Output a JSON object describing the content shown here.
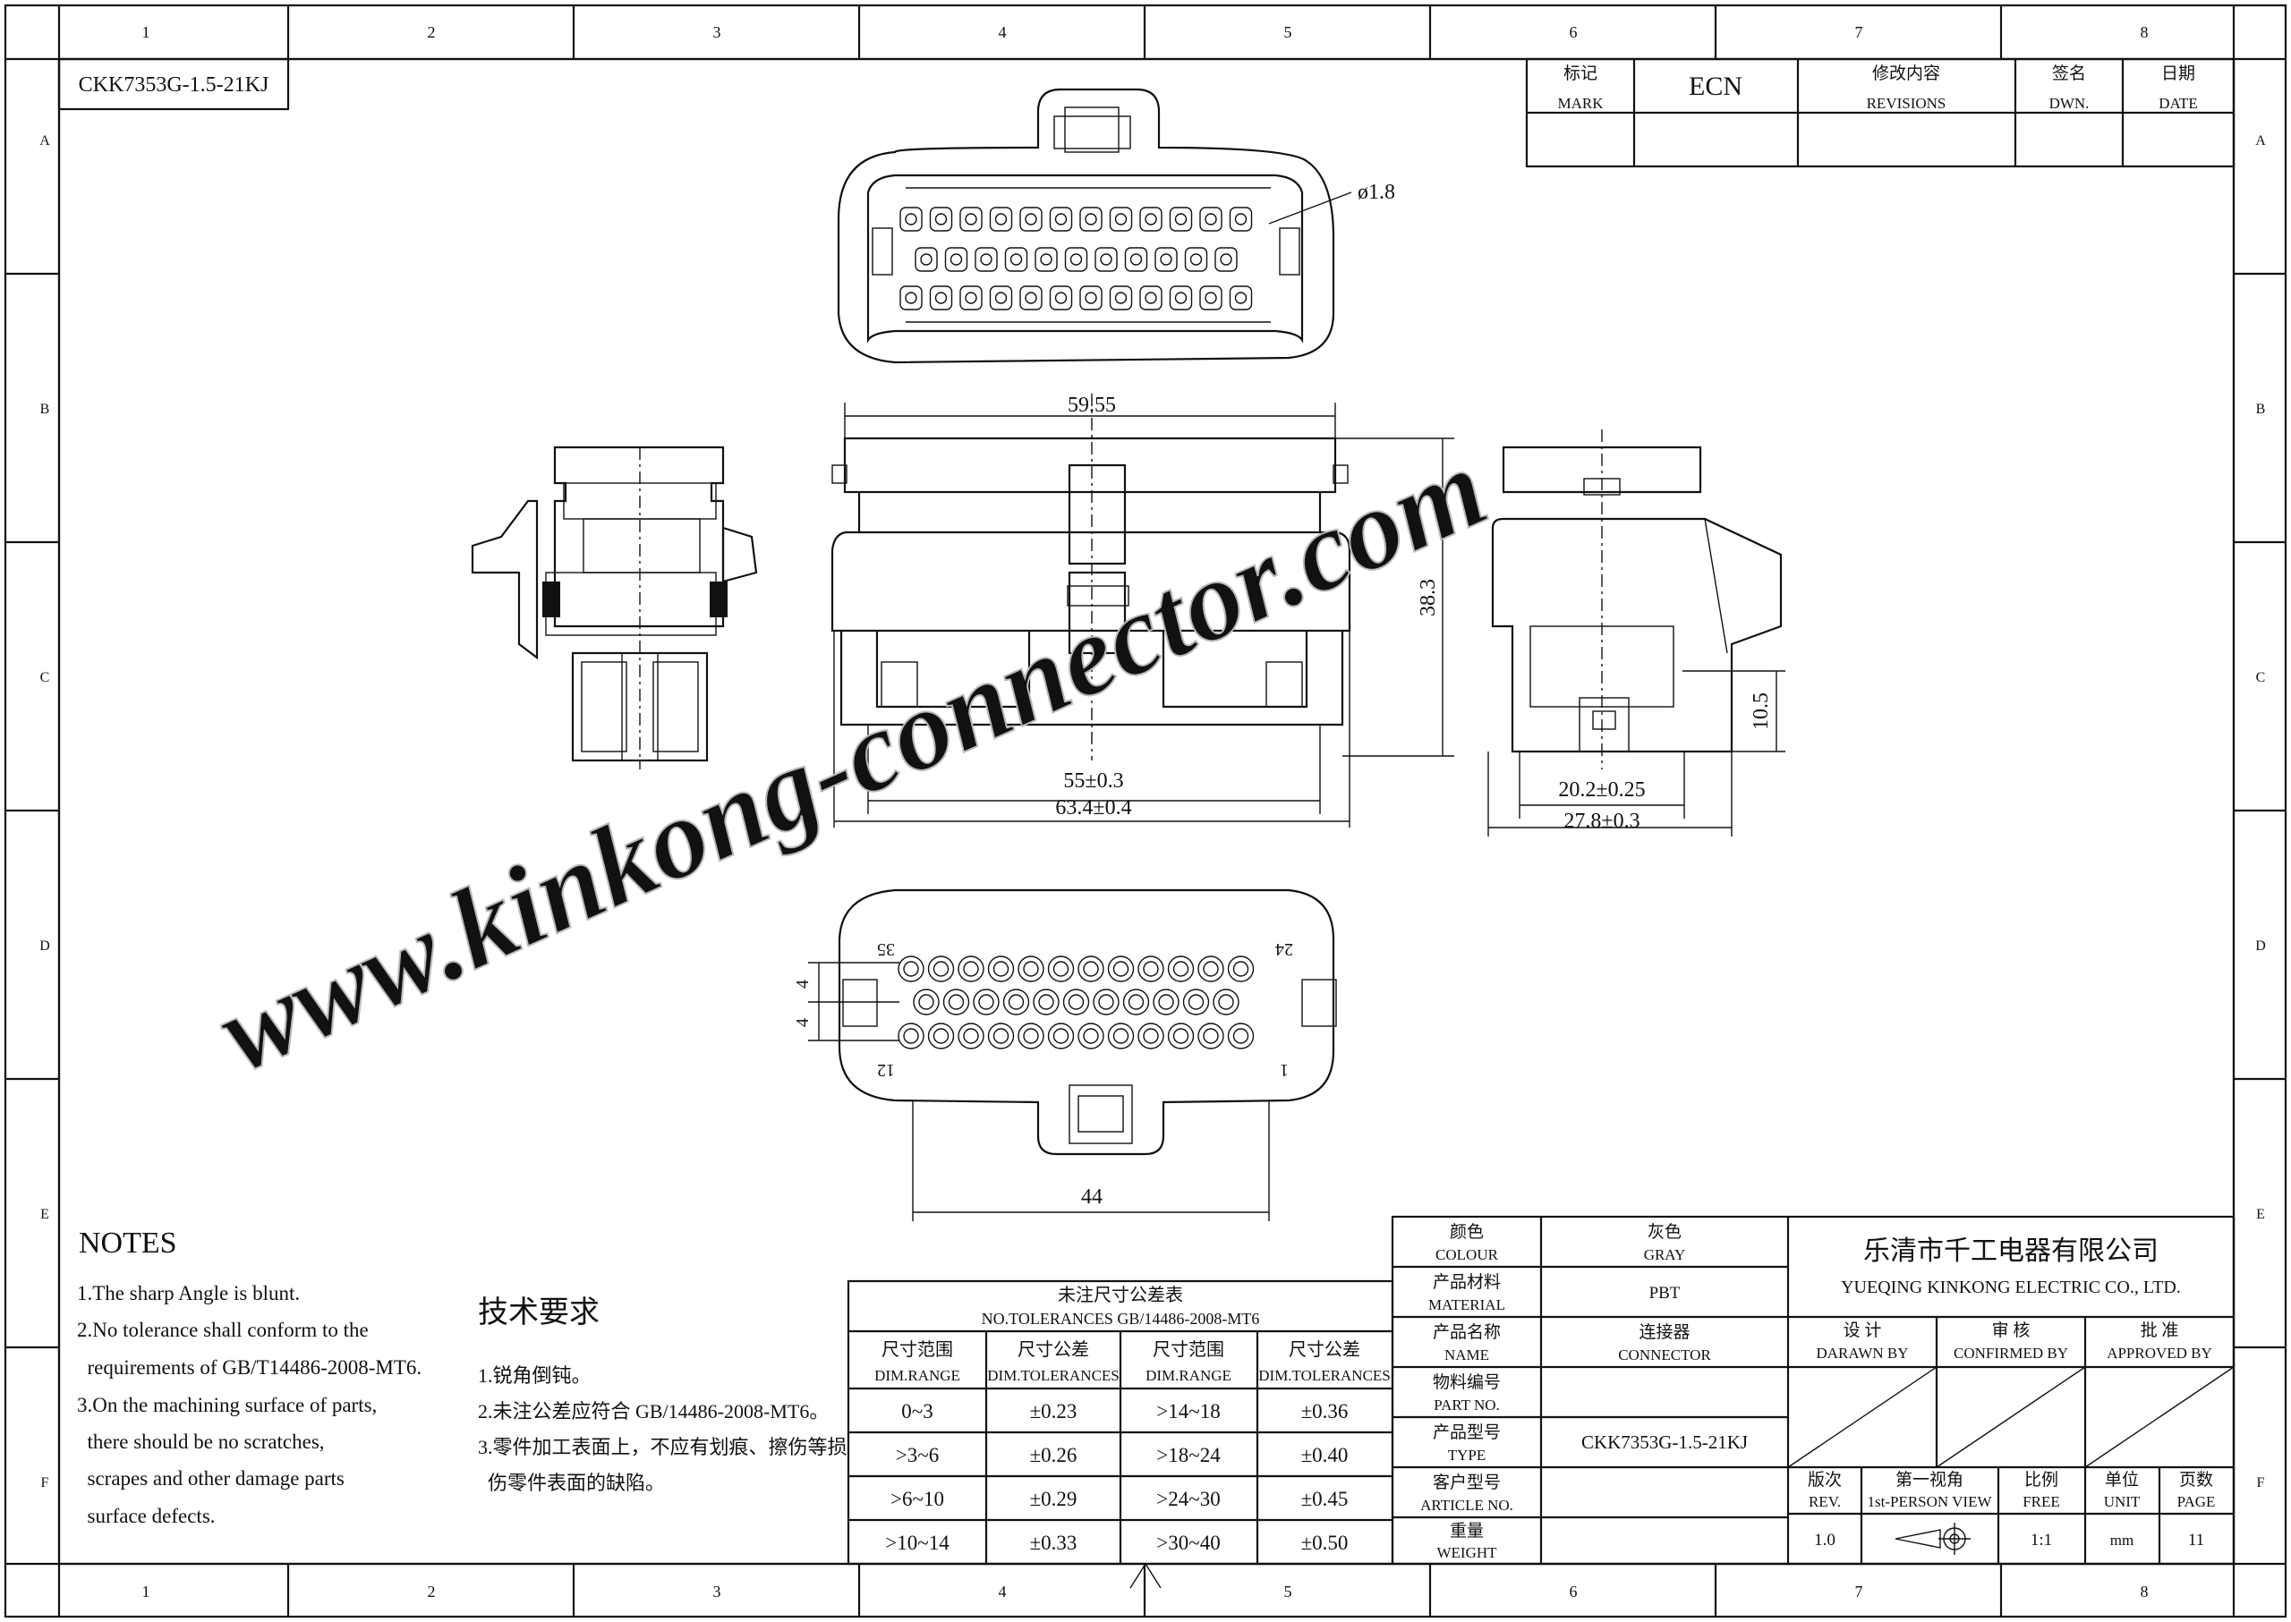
{
  "frame": {
    "columns": [
      "1",
      "2",
      "3",
      "4",
      "5",
      "6",
      "7",
      "8"
    ],
    "rows": [
      "A",
      "B",
      "C",
      "D",
      "E",
      "F"
    ]
  },
  "part_code_box": "CKK7353G-1.5-21KJ",
  "revision_table": {
    "headers": [
      {
        "cn": "标记",
        "en": "MARK"
      },
      {
        "cn": "ECN",
        "en": ""
      },
      {
        "cn": "修改内容",
        "en": "REVISIONS"
      },
      {
        "cn": "签名",
        "en": "DWN."
      },
      {
        "cn": "日期",
        "en": "DATE"
      }
    ]
  },
  "dimensions": {
    "hole_dia": "ø1.8",
    "width_top": "59.55",
    "height": "38.3",
    "inner_width": "55±0.3",
    "overall_width": "63.4±0.4",
    "side_inner": "20.2±0.25",
    "side_overall": "27.8±0.3",
    "side_height": "10.5",
    "pin_pitch_1": "4",
    "pin_pitch_2": "4",
    "bottom_width": "44"
  },
  "pin_labels": {
    "top_left": "35",
    "top_right": "24",
    "bottom_left": "12",
    "bottom_right": "1"
  },
  "watermark": "www.kinkong-connector.com",
  "notes": {
    "title": "NOTES",
    "items": [
      "1.The sharp Angle is blunt.",
      "2.No tolerance shall conform to the",
      "  requirements of GB/T14486-2008-MT6.",
      "3.On the machining surface of parts,",
      "  there should be no scratches,",
      "  scrapes and other damage parts",
      "  surface defects."
    ]
  },
  "tech_req": {
    "title": "技术要求",
    "items": [
      "1.锐角倒钝。",
      "2.未注公差应符合 GB/14486-2008-MT6。",
      "3.零件加工表面上，不应有划痕、擦伤等损",
      "  伤零件表面的缺陷。"
    ]
  },
  "tolerance_table": {
    "title_cn": "未注尺寸公差表",
    "title_en": "NO.TOLERANCES GB/14486-2008-MT6",
    "headers": [
      {
        "cn": "尺寸范围",
        "en": "DIM.RANGE"
      },
      {
        "cn": "尺寸公差",
        "en": "DIM.TOLERANCES"
      },
      {
        "cn": "尺寸范围",
        "en": "DIM.RANGE"
      },
      {
        "cn": "尺寸公差",
        "en": "DIM.TOLERANCES"
      }
    ],
    "rows": [
      [
        "0~3",
        "±0.23",
        ">14~18",
        "±0.36"
      ],
      [
        ">3~6",
        "±0.26",
        ">18~24",
        "±0.40"
      ],
      [
        ">6~10",
        "±0.29",
        ">24~30",
        "±0.45"
      ],
      [
        ">10~14",
        "±0.33",
        ">30~40",
        "±0.50"
      ]
    ]
  },
  "title_block": {
    "attributes": [
      {
        "cn": "颜色",
        "en": "COLOUR",
        "value": "灰色",
        "value2": "GRAY"
      },
      {
        "cn": "产品材料",
        "en": "MATERIAL",
        "value": "PBT",
        "value2": ""
      },
      {
        "cn": "产品名称",
        "en": "NAME",
        "value": "连接器",
        "value2": "CONNECTOR"
      },
      {
        "cn": "物料编号",
        "en": "PART NO.",
        "value": "",
        "value2": ""
      },
      {
        "cn": "产品型号",
        "en": "TYPE",
        "value": "CKK7353G-1.5-21KJ",
        "value2": ""
      },
      {
        "cn": "客户型号",
        "en": "ARTICLE NO.",
        "value": "",
        "value2": ""
      },
      {
        "cn": "重量",
        "en": "WEIGHT",
        "value": "",
        "value2": ""
      }
    ],
    "company_cn": "乐清市千工电器有限公司",
    "company_en": "YUEQING KINKONG ELECTRIC CO., LTD.",
    "approvals": [
      {
        "cn": "设 计",
        "en": "DARAWN BY"
      },
      {
        "cn": "审 核",
        "en": "CONFIRMED BY"
      },
      {
        "cn": "批 准",
        "en": "APPROVED BY"
      }
    ],
    "info_headers": [
      {
        "cn": "版次",
        "en": "REV."
      },
      {
        "cn": "第一视角",
        "en": "1st-PERSON VIEW"
      },
      {
        "cn": "比例",
        "en": "FREE"
      },
      {
        "cn": "单位",
        "en": "UNIT"
      },
      {
        "cn": "页数",
        "en": "PAGE"
      }
    ],
    "info_values": {
      "rev": "1.0",
      "scale": "1:1",
      "unit": "mm",
      "page": "11"
    }
  }
}
